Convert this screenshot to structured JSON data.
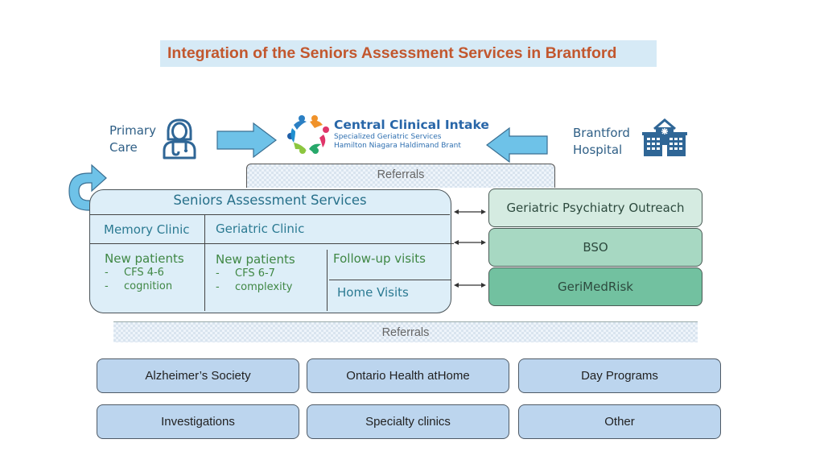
{
  "title": "Integration of the Seniors Assessment Services in Brantford",
  "primary_care": {
    "line1": "Primary",
    "line2": "Care",
    "icon": "doctor-icon"
  },
  "central_intake": {
    "name": "Central Clinical Intake",
    "subtitle1": "Specialized Geriatric Services",
    "subtitle2": "Hamilton Niagara Haldimand Brant",
    "icon": "people-circle-logo"
  },
  "hospital": {
    "line1": "Brantford",
    "line2": "Hospital",
    "icon": "hospital-icon"
  },
  "referrals_top": "Referrals",
  "referrals_bottom": "Referrals",
  "sas": {
    "title": "Seniors Assessment Services",
    "memory_clinic": {
      "heading": "Memory Clinic",
      "new_patients": "New patients",
      "items": [
        "CFS 4-6",
        "cognition"
      ]
    },
    "geriatric_clinic": {
      "heading": "Geriatric Clinic",
      "new_patients": "New patients",
      "items": [
        "CFS 6-7",
        "complexity"
      ],
      "follow_up": "Follow-up visits",
      "home_visits": "Home Visits"
    }
  },
  "partners": [
    {
      "label": "Geriatric Psychiatry Outreach",
      "color": "#d5ebe1"
    },
    {
      "label": "BSO",
      "color": "#a7d8c2"
    },
    {
      "label": "GeriMedRisk",
      "color": "#72c1a0"
    }
  ],
  "community_services": [
    [
      "Alzheimer’s Society",
      "Ontario Health atHome",
      "Day Programs"
    ],
    [
      "Investigations",
      "Specialty clinics",
      "Other"
    ]
  ],
  "colors": {
    "arrow_fill": "#6ec2e8",
    "title_text": "#c2572e",
    "title_bg": "#d6eaf6",
    "icon_blue": "#2f6696"
  }
}
